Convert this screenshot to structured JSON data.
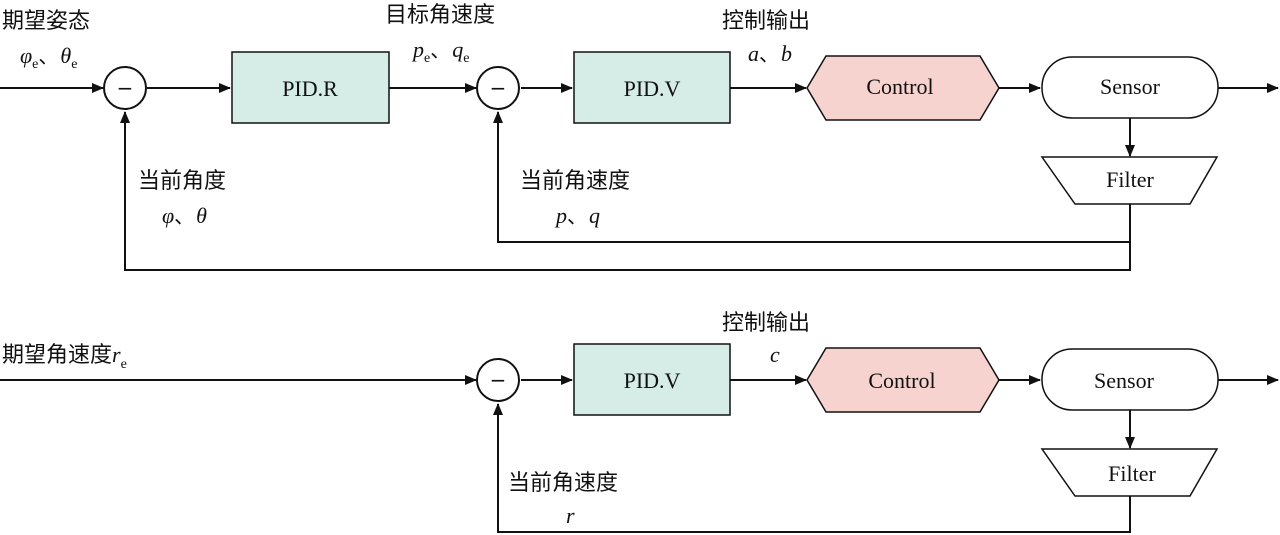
{
  "top": {
    "desired_attitude_label": "期望姿态",
    "desired_attitude_vars": {
      "a": "φ",
      "a_sub": "e",
      "sep": "、",
      "b": "θ",
      "b_sub": "e"
    },
    "target_rate_label": "目标角速度",
    "target_rate_vars": {
      "a": "p",
      "a_sub": "e",
      "sep": "、",
      "b": "q",
      "b_sub": "e"
    },
    "control_output_label": "控制输出",
    "control_output_vars": {
      "a": "a",
      "sep": "、",
      "b": "b"
    },
    "current_angle_label": "当前角度",
    "current_angle_vars": {
      "a": "φ",
      "sep": "、",
      "b": "θ"
    },
    "current_rate_label": "当前角速度",
    "current_rate_vars": {
      "a": "p",
      "sep": "、",
      "b": "q"
    },
    "sum1_sign": "−",
    "sum2_sign": "−",
    "pid_r": "PID.R",
    "pid_v": "PID.V",
    "control": "Control",
    "sensor": "Sensor",
    "filter": "Filter"
  },
  "bottom": {
    "desired_rate_label": "期望角速度",
    "desired_rate_var": "r",
    "desired_rate_sub": "e",
    "control_output_label": "控制输出",
    "control_output_var": "c",
    "current_rate_label": "当前角速度",
    "current_rate_var": "r",
    "sum_sign": "−",
    "pid_v": "PID.V",
    "control": "Control",
    "sensor": "Sensor",
    "filter": "Filter"
  },
  "colors": {
    "pid_fill": "#d6ece6",
    "control_fill": "#f6d3ce",
    "sensor_fill": "#ffffff",
    "filter_fill": "#ffffff",
    "line": "#111111"
  }
}
